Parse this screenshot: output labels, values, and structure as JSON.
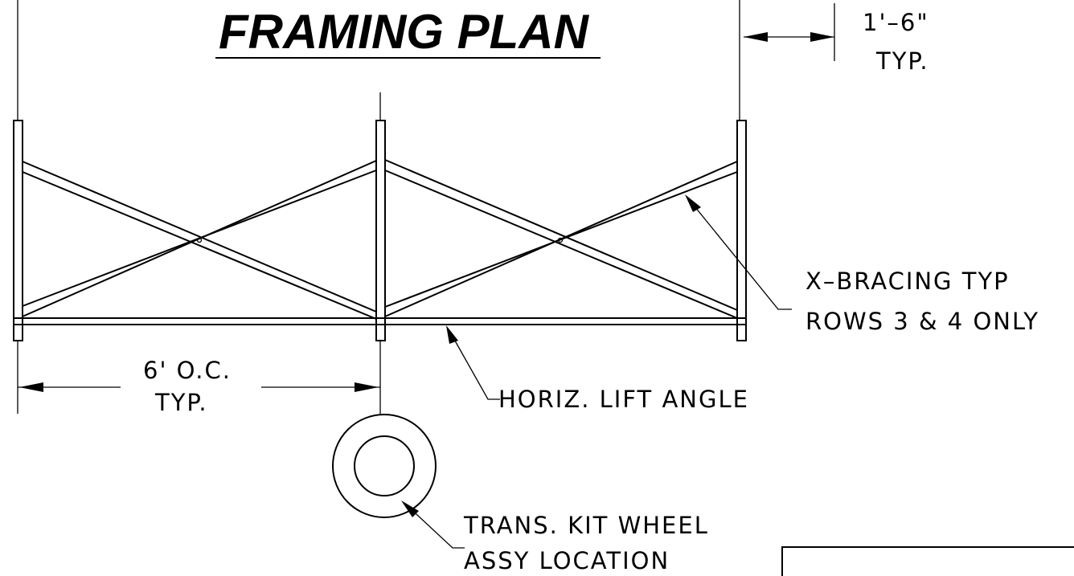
{
  "title": "FRAMING PLAN",
  "labels": {
    "top_dim_line1": "1'–6\"",
    "top_dim_line2": "TYP.",
    "xbrace_line1": "X–BRACING TYP",
    "xbrace_line2": "ROWS 3 & 4 ONLY",
    "bottom_dim_line1": "6' O.C.",
    "bottom_dim_line2": "TYP.",
    "horiz": "HORIZ. LIFT ANGLE",
    "wheel_line1": "TRANS. KIT WHEEL",
    "wheel_line2": "ASSY LOCATION"
  }
}
